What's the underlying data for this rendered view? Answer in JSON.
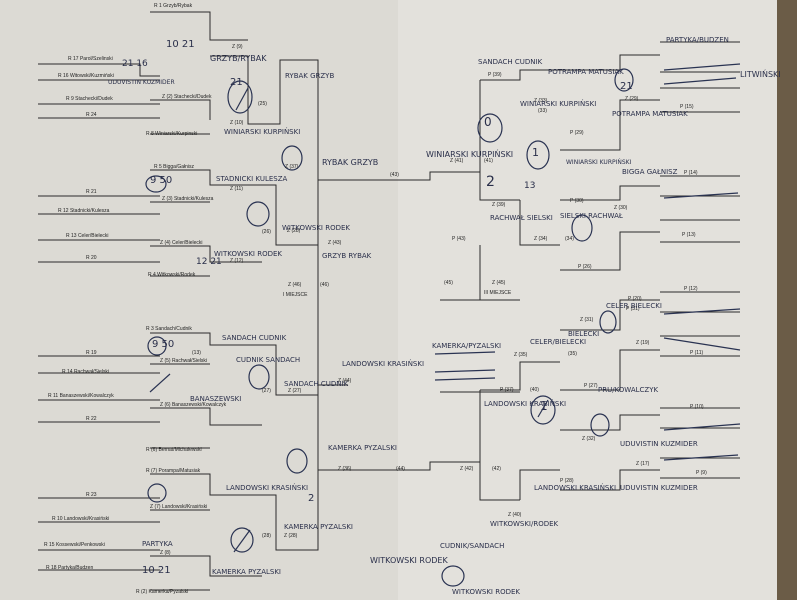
{
  "left_entries": [
    {
      "id": "r-1",
      "text": "R 1 Grzyb/Rybak"
    },
    {
      "id": "r-17",
      "text": "R 17 Parol/Szelinski"
    },
    {
      "id": "r-16",
      "text": "R 16 Witowski/Kuzmiński"
    },
    {
      "id": "z2",
      "text": "Z (2) Stachecki/Dudek"
    },
    {
      "id": "r-9",
      "text": "R 9 Stachecki/Dudek"
    },
    {
      "id": "r-24",
      "text": "R 24"
    },
    {
      "id": "r-8",
      "text": "R 8 Winiarski/Kurpinski"
    },
    {
      "id": "r-5",
      "text": "R 5 Bigga/Gałnisz"
    },
    {
      "id": "r-21",
      "text": "R 21"
    },
    {
      "id": "z3",
      "text": "Z (3) Stadnicki/Kulesza"
    },
    {
      "id": "r-12",
      "text": "R 12 Stadnicki/Kulesza"
    },
    {
      "id": "r-13",
      "text": "R 13 Celer/Bielecki"
    },
    {
      "id": "z4",
      "text": "Z (4) Celer/Bielecki"
    },
    {
      "id": "r-20",
      "text": "R 20"
    },
    {
      "id": "r-4",
      "text": "R 4 Witkowski/Rodek"
    },
    {
      "id": "r-3",
      "text": "R 3 Sandach/Cudnik"
    },
    {
      "id": "r-19",
      "text": "R 19"
    },
    {
      "id": "z5",
      "text": "Z (5) Rachwał/Sielski"
    },
    {
      "id": "r-14",
      "text": "R 14 Rachwał/Sielski"
    },
    {
      "id": "r-11",
      "text": "R 11 Banaszewski/Kowalczyk"
    },
    {
      "id": "z6",
      "text": "Z (6) Banaszewski/Kowalczyk"
    },
    {
      "id": "r-22",
      "text": "R 22"
    },
    {
      "id": "r-6",
      "text": "R (6) Bernat/Michalewski"
    },
    {
      "id": "r-7",
      "text": "R (7) Porampa/Matusiak"
    },
    {
      "id": "r-23",
      "text": "R 23"
    },
    {
      "id": "z7",
      "text": "Z (7) Landowski/Krasiński"
    },
    {
      "id": "r-10",
      "text": "R 10 Landowski/Krasiński"
    },
    {
      "id": "r-15",
      "text": "R 15 Kossewski/Penkowski"
    },
    {
      "id": "z8",
      "text": "Z (8)"
    },
    {
      "id": "r-18",
      "text": "R 18 Partyka/Budzen"
    },
    {
      "id": "r-2",
      "text": "R (2) Kamerka/Pyzalski"
    }
  ],
  "codes": [
    "Z (9)",
    "(25)",
    "Z (10)",
    "Z (37)",
    "Z (11)",
    "(26)",
    "Z (12)",
    "Z (28)",
    "Z (43)",
    "Z (46)",
    "(46)",
    "I MIEJSCE",
    "(13)",
    "Z (27)",
    "(27)",
    "Z (44)",
    "Z (36)",
    "(44)",
    "Z (28)",
    "(28)",
    "(41)",
    "Z (41)",
    "(43)",
    "Z (39)",
    "P (39)",
    "(33)",
    "Z (33)",
    "Z (34)",
    "(34)",
    "P (43)",
    "Z (45)",
    "(45)",
    "III MIEJSCE",
    "P (37)",
    "(40)",
    "Z (42)",
    "(42)",
    "Z (40)",
    "P (28)",
    "P (29)",
    "Z (29)",
    "P (15)",
    "P (30)",
    "Z (30)",
    "P (13)",
    "P (26)",
    "Z (31)",
    "(35)",
    "P (27)",
    "Z (32)",
    "P (10)",
    "Z (17)",
    "P (9)",
    "P (11)",
    "P (12)",
    "Z (19)",
    "P (20)",
    "P (31)",
    "P (14)",
    "Z (35)"
  ],
  "handwriting": {
    "grzyb_rybak_top": "GRZYB/RYBAK",
    "uduvistin_kuzmider": "UDUVISTIN KUZMIDER",
    "winiarski_kurpinski": "WINIARSKI KURPIŃSKI",
    "rybak_grzyb": "RYBAK GRZYB",
    "rybak_grzyb_2": "RYBAK GRZYB",
    "stadnicki_kulesza": "STADNICKI KULESZA",
    "witkowski_rodek": "WITKOWSKI RODEK",
    "witkowski_rodek_2": "WITKOWSKI RODEK",
    "grzyb_rybak": "GRZYB RYBAK",
    "sandach_cudnik": "SANDACH CUDNIK",
    "cudnik_sandach": "CUDNIK SANDACH",
    "sandach_cudnik_2": "SANDACH CUDNIK",
    "banaszewski": "BANASZEWSKI",
    "landowski_krasinski": "LANDOWSKI KRASIŃSKI",
    "landowski_krasinski_2": "LANDOWSKI KRASIŃSKI",
    "kamerka_pyzalski": "KAMERKA PYZALSKI",
    "kamerka_pyzalski_2": "KAMERKA PYZALSKI",
    "kamerka_pyzalski_3": "KAMERKA PYZALSKI",
    "partyka": "PARTYKA",
    "sandach_cudnik_r": "SANDACH CUDNIK",
    "winiarski_kurpinski_r": "WINIARSKI KURPIŃSKI",
    "winiarski_kurpinski_r2": "WINIARSKI KURPIŃSKI",
    "winiarski_kurpinski_r3": "WINIARSKI KURPIŃSKI",
    "rachwal_sielski": "RACHWAŁ SIELSKI",
    "potrampa_matusiak": "POTRAMPA MATUSIAK",
    "potrampa_matusiak_2": "POTRAMPA MATUSIAK",
    "partyka_budzen": "PARTYKA/BUDZEN",
    "litwinski": "LITWIŃSKI",
    "sielski_rachwal": "SIELSKI RACHWAŁ",
    "bigga_galnisz": "BIGGA GAŁNISZ",
    "kamerka_pyzalski_r": "KAMERKA/PYZALSKI",
    "celer_bielecki": "CELER/BIELECKI",
    "celer_bielecki_2": "CELER BIELECKI",
    "bielecki": "BIELECKI",
    "bartkowiak": "PRU/KOWALCZYK",
    "landowski_krasinski_r": "LANDOWSKI KRASIŃSKI",
    "witkowski_rodek_r": "WITKOWSKI/RODEK",
    "landowski_krasinski_r2": "LANDOWSKI KRASIŃSKI",
    "udovistin_kuzmider": "UDUVISTIN KUZMIDER",
    "udovistin_kuzmider_2": "UDUVISTIN KUZMIDER",
    "witkowski_rodek_bottom": "WITKOWSKI RODEK",
    "cudnik_sandach_bottom": "CUDNIK/SANDACH",
    "rodek_bottom": "WITKOWSKI RODEK",
    "scores": [
      "10 21",
      "21 16",
      "10 21",
      "9 50",
      "12 21",
      "9 50",
      "21",
      "2",
      "0",
      "1",
      "13",
      "21",
      "1",
      "2"
    ]
  }
}
